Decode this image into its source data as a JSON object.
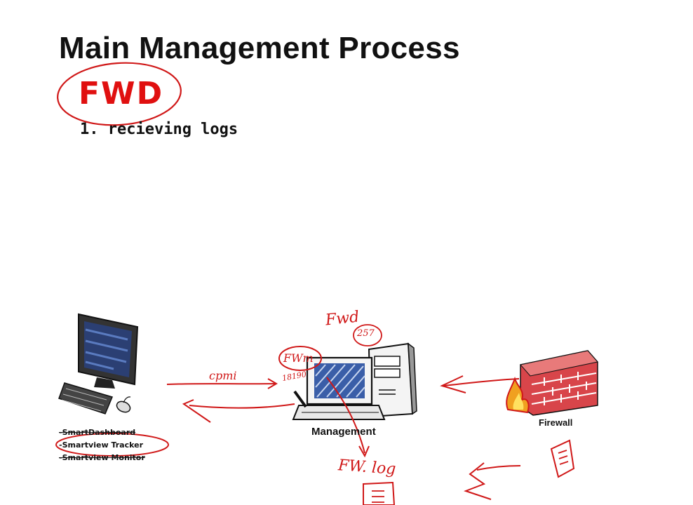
{
  "slide": {
    "title": "Main Management Process",
    "section": "FWD",
    "items": [
      "1. recieving logs"
    ]
  },
  "nodes": {
    "client": {
      "tools": [
        "-SmartDashboard",
        "-Smartview Tracker",
        "-Smartview Monitor"
      ]
    },
    "management": {
      "label": "Management"
    },
    "firewall": {
      "label": "Firewall"
    }
  },
  "annotations": {
    "cpmi": "cpmi",
    "port_18190": "18190",
    "fwd_top": "Fwd",
    "port_257": "257",
    "fwm": "FWm",
    "fw_log": "FW. log"
  },
  "colors": {
    "annotation_red": "#d01818",
    "brick_red": "#d8454a",
    "monitor_blue": "#3a5ea8"
  }
}
